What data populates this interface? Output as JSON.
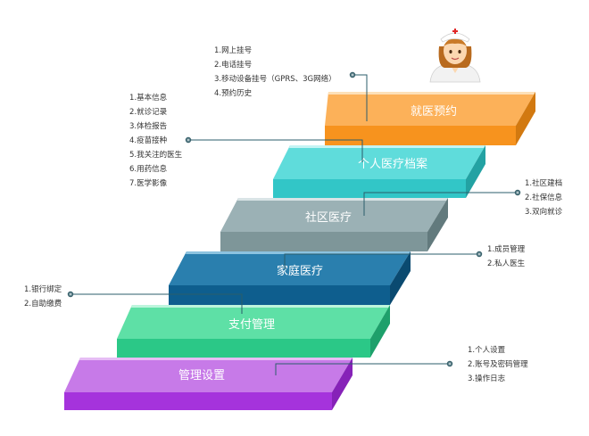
{
  "steps": [
    {
      "label": "管理设置",
      "colors": {
        "top": "#c77ae8",
        "front": "#a533dc",
        "side": "#8622b8",
        "highlight": "#e6bdf5"
      }
    },
    {
      "label": "支付管理",
      "colors": {
        "top": "#5ee0a6",
        "front": "#2bc887",
        "side": "#1ea06b",
        "highlight": "#bdf5dc"
      }
    },
    {
      "label": "家庭医疗",
      "colors": {
        "top": "#2a7fae",
        "front": "#0e5e8e",
        "side": "#0a4a70",
        "highlight": "#8cc3e0"
      }
    },
    {
      "label": "社区医疗",
      "colors": {
        "top": "#9bb1b5",
        "front": "#7e9699",
        "side": "#627a7d",
        "highlight": "#d9e4e6"
      }
    },
    {
      "label": "个人医疗档案",
      "colors": {
        "top": "#5fdcdb",
        "front": "#32c6c7",
        "side": "#23a2a3",
        "highlight": "#c4f3f3"
      }
    },
    {
      "label": "就医预约",
      "colors": {
        "top": "#fcb159",
        "front": "#f7931e",
        "side": "#d27910",
        "highlight": "#fde0b8"
      }
    }
  ],
  "notes": {
    "appointment": [
      "1.网上挂号",
      "2.电话挂号",
      "3.移动设备挂号（GPRS、3G网络）",
      "4.预约历史"
    ],
    "records": [
      "1.基本信息",
      "2.就诊记录",
      "3.体检报告",
      "4.疫苗接种",
      "5.我关注的医生",
      "6.用药信息",
      "7.医学影像"
    ],
    "community": [
      "1.社区建档",
      "2.社保信息",
      "3.双向就诊"
    ],
    "family": [
      "1.成员管理",
      "2.私人医生"
    ],
    "payment": [
      "1.银行绑定",
      "2.自助缴费"
    ],
    "settings": [
      "1.个人设置",
      "2.账号及密码管理",
      "3.操作日志"
    ]
  },
  "colors": {
    "connector": "#2b5d6b",
    "dot": "#1f4a55"
  },
  "icons": {
    "avatar": "nurse-avatar-icon"
  }
}
